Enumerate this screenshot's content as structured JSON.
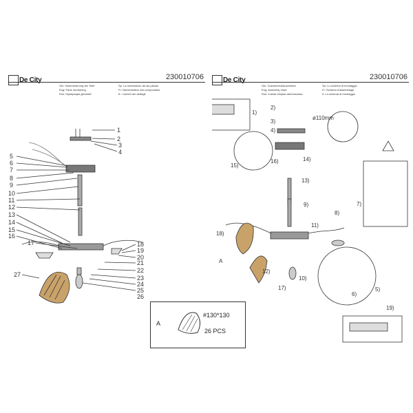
{
  "left_panel": {
    "brand": "De City",
    "code": "230010706",
    "header_lines": [
      "Ger: Nummerierung der Teile",
      "Eng: Parts numbering",
      "Rus: Нумерация деталей"
    ],
    "header_lines_right": [
      "Sp: La numeración de las piezas",
      "Fr: Numérotation des composants",
      "It: I numeri dei dettagli"
    ],
    "part_numbers": [
      "1",
      "2",
      "3",
      "4",
      "5",
      "6",
      "7",
      "8",
      "9",
      "10",
      "11",
      "12",
      "13",
      "14",
      "15",
      "16",
      "17",
      "18",
      "19",
      "20",
      "21",
      "22",
      "23",
      "24",
      "25",
      "26",
      "27"
    ]
  },
  "right_panel": {
    "brand": "De City",
    "code": "230010706",
    "header_lines": [
      "Ger: Zusammenbauschema",
      "Eng: Assembly chart",
      "Rus: Схема сборки светильника"
    ],
    "header_lines_right": [
      "Sp: Lo schema di montaggio",
      "Fr: Schéma d'assemblage",
      "It: Lo schema di montaggio"
    ],
    "dimension_label": "ø110mm",
    "step_labels": [
      "1)",
      "2)",
      "3)",
      "4)",
      "5)",
      "6)",
      "7)",
      "8)",
      "9)",
      "10)",
      "11)",
      "12)",
      "13)",
      "14)",
      "15)",
      "16)",
      "17)",
      "18)",
      "19)"
    ],
    "part_a_label": "A"
  },
  "legend": {
    "label": "A",
    "size": "#130*130",
    "quantity": "26 PCS"
  }
}
